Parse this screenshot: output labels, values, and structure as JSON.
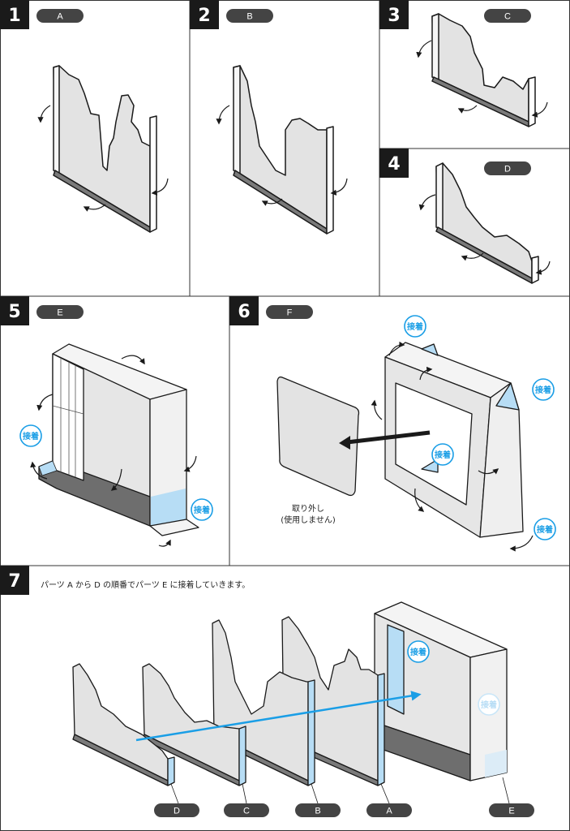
{
  "steps": [
    {
      "num": "1",
      "part": "A"
    },
    {
      "num": "2",
      "part": "B"
    },
    {
      "num": "3",
      "part": "C"
    },
    {
      "num": "4",
      "part": "D"
    },
    {
      "num": "5",
      "part": "E"
    },
    {
      "num": "6",
      "part": "F"
    },
    {
      "num": "7"
    }
  ],
  "glue_label": "接着",
  "remove_note_line1": "取り外し",
  "remove_note_line2": "(使用しません)",
  "instruction_text": "パーツ A から D の順番でパーツ E に接着していきます。",
  "step7_parts": [
    "D",
    "C",
    "B",
    "A",
    "E"
  ],
  "colors": {
    "accent": "#1a9ee6",
    "panel": "#e3e3e3",
    "shadow": "#777777",
    "frame": "#1a1a1a",
    "pill": "#444444"
  }
}
